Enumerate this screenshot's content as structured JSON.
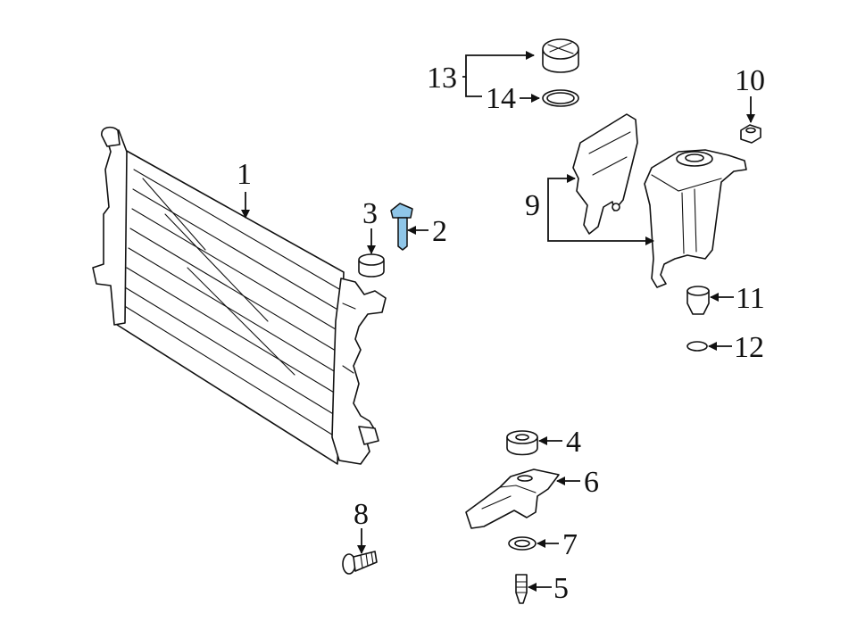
{
  "callouts": [
    {
      "id": "1",
      "label": "1"
    },
    {
      "id": "2",
      "label": "2"
    },
    {
      "id": "3",
      "label": "3"
    },
    {
      "id": "4",
      "label": "4"
    },
    {
      "id": "5",
      "label": "5"
    },
    {
      "id": "6",
      "label": "6"
    },
    {
      "id": "7",
      "label": "7"
    },
    {
      "id": "8",
      "label": "8"
    },
    {
      "id": "9",
      "label": "9"
    },
    {
      "id": "10",
      "label": "10"
    },
    {
      "id": "11",
      "label": "11"
    },
    {
      "id": "12",
      "label": "12"
    },
    {
      "id": "13",
      "label": "13"
    },
    {
      "id": "14",
      "label": "14"
    }
  ],
  "colors": {
    "line": "#111111",
    "background": "#ffffff",
    "highlight": "#8fc6e8"
  }
}
